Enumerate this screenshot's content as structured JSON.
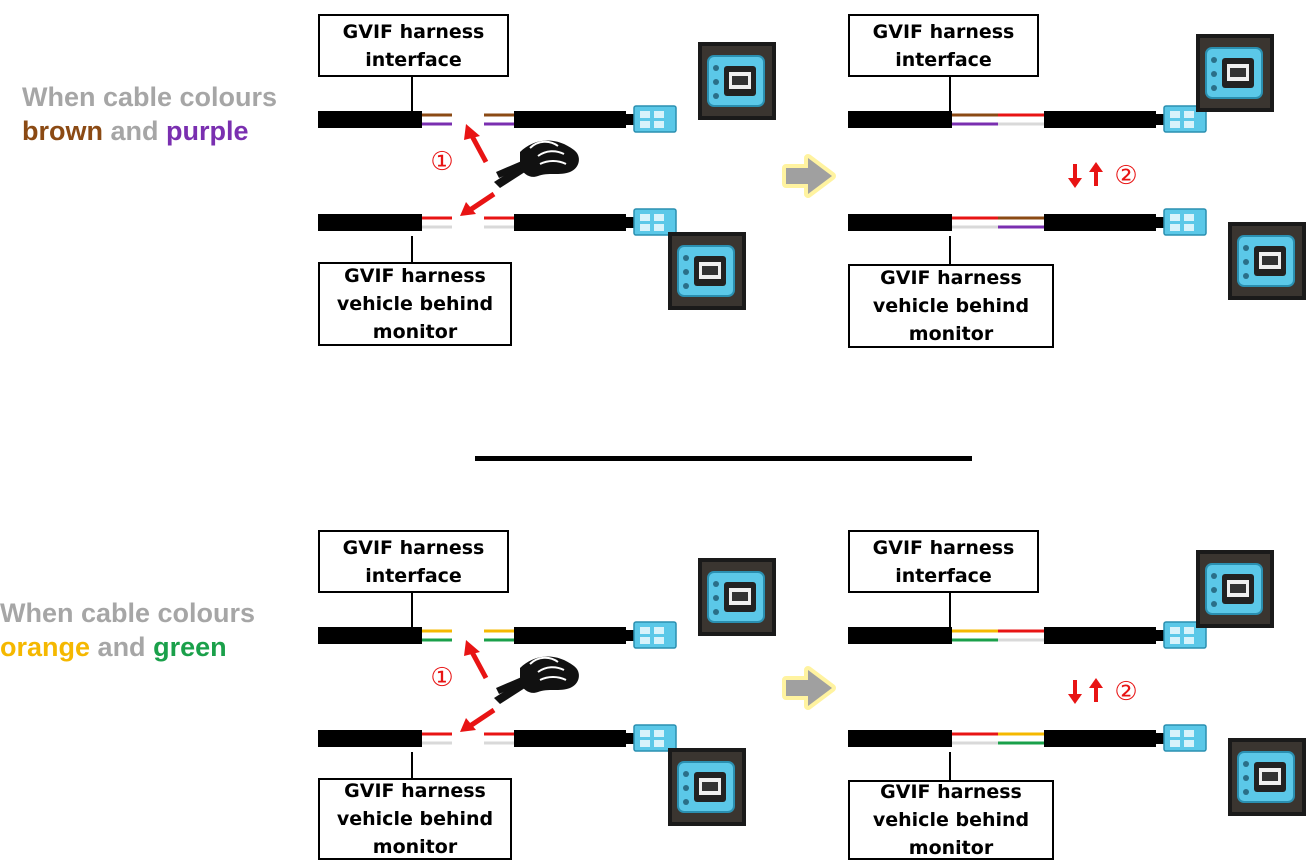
{
  "sections": [
    {
      "heading": {
        "prefix": "When cable colours",
        "color1": "brown",
        "connector": "and",
        "color2": "purple"
      },
      "colors": {
        "c1": "#8b4a14",
        "c2": "#7a2fb0"
      },
      "step1": "①",
      "step2": "②"
    },
    {
      "heading": {
        "prefix": "When cable colours",
        "color1": "orange",
        "connector": "and",
        "color2": "green"
      },
      "colors": {
        "c1": "#f5b800",
        "c2": "#1aa04a"
      },
      "step1": "①",
      "step2": "②"
    }
  ],
  "boxes": {
    "interface": {
      "line1": "GVIF harness",
      "line2": "interface"
    },
    "vehicle": {
      "line1": "GVIF harness",
      "line2": "vehicle behind",
      "line3": "monitor"
    }
  },
  "palette": {
    "heading_grey": "#a6a6a6",
    "red": "#e81414",
    "white_wire": "#d9d9d9",
    "connector_blue": "#5bc8e8",
    "arrow_grey": "#a0a0a0",
    "arrow_glow": "#fff3a0"
  },
  "icons": [
    "cut-arrow-icon",
    "pliers-hand-icon",
    "swap-arrows-icon",
    "next-step-arrow-icon",
    "connector-photo-icon"
  ]
}
